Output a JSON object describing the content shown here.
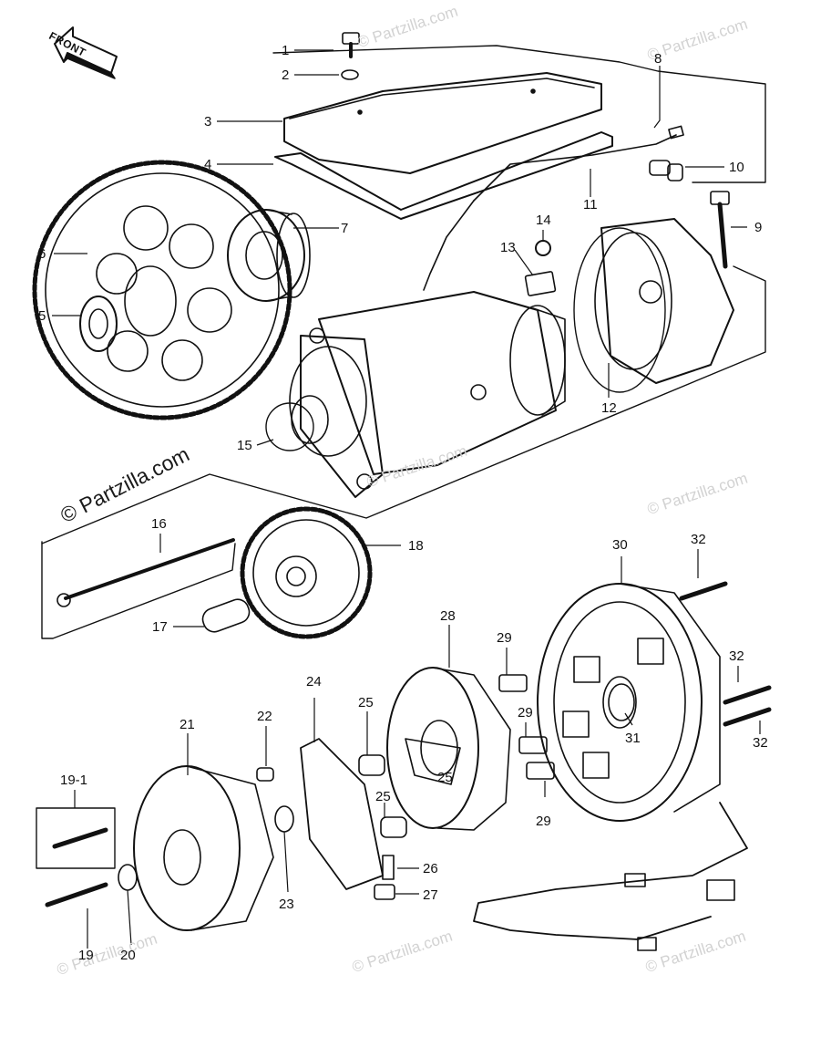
{
  "front_label": "FRONT",
  "watermarks": {
    "dark": "© Partzilla.com",
    "light": "© Partzilla.com"
  },
  "part_numbers": [
    "1",
    "2",
    "3",
    "4",
    "5",
    "6",
    "7",
    "8",
    "9",
    "10",
    "11",
    "12",
    "13",
    "14",
    "15",
    "16",
    "17",
    "18",
    "19",
    "19-1",
    "20",
    "21",
    "22",
    "23",
    "24",
    "25",
    "26",
    "27",
    "28",
    "29",
    "30",
    "31",
    "32"
  ],
  "callouts": {
    "c1": "1",
    "c2": "2",
    "c3": "3",
    "c4": "4",
    "c5": "5",
    "c6": "6",
    "c7": "7",
    "c8": "8",
    "c9": "9",
    "c10": "10",
    "c11": "11",
    "c12": "12",
    "c13": "13",
    "c14": "14",
    "c15": "15",
    "c16": "16",
    "c17": "17",
    "c18": "18",
    "c19": "19",
    "c19_1": "19-1",
    "c20": "20",
    "c21": "21",
    "c22": "22",
    "c23": "23",
    "c24": "24",
    "c25a": "25",
    "c25b": "25",
    "c25c": "25",
    "c26": "26",
    "c27": "27",
    "c28": "28",
    "c29a": "29",
    "c29b": "29",
    "c29c": "29",
    "c30": "30",
    "c31": "31",
    "c32a": "32",
    "c32b": "32",
    "c32c": "32"
  }
}
